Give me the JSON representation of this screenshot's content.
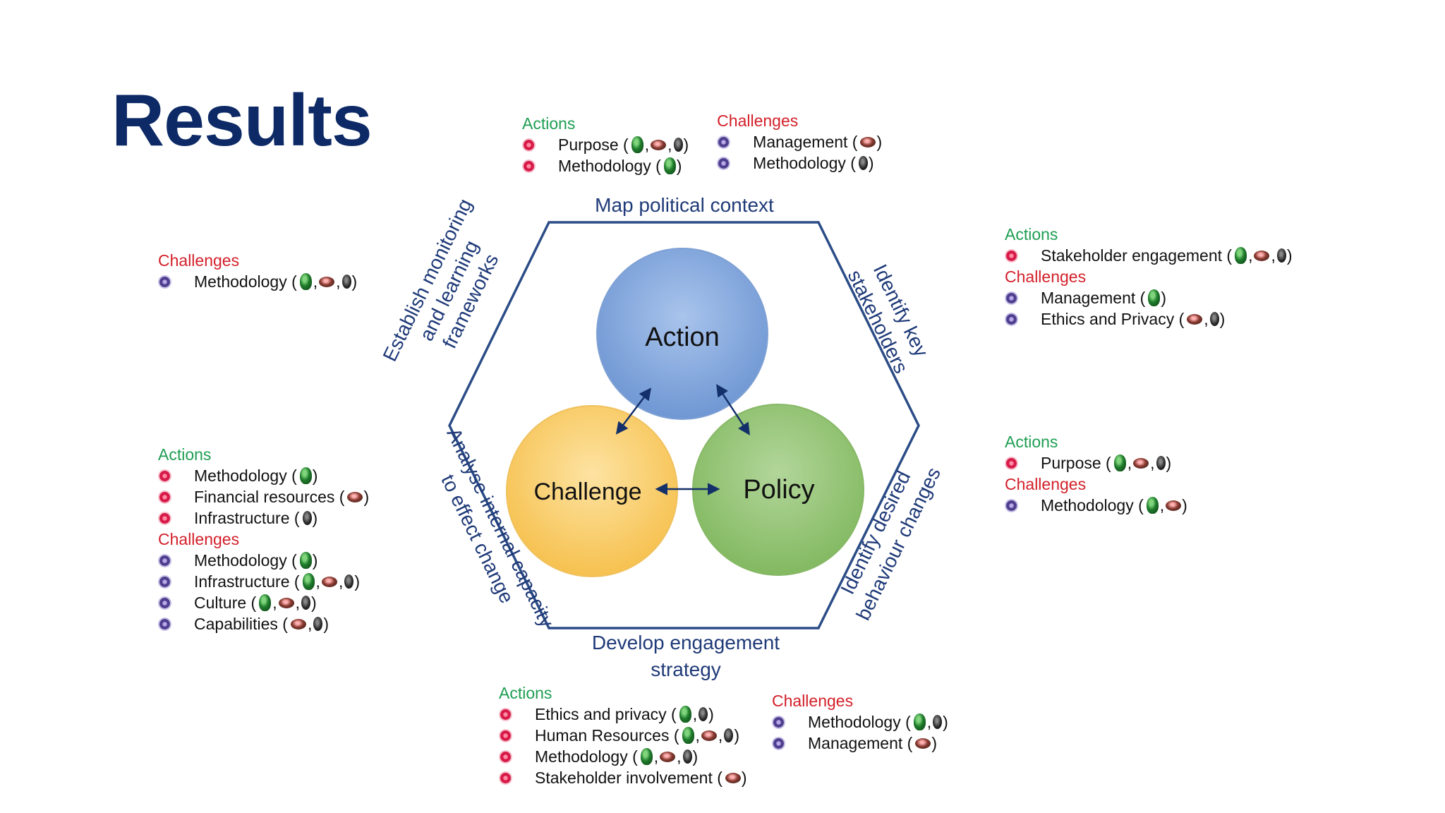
{
  "title": "Results",
  "diagram": {
    "sides": {
      "top": "Map political context",
      "top_right": [
        "Identify key",
        "stakeholders"
      ],
      "bottom_right": [
        "Identify desired",
        "behaviour changes"
      ],
      "bottom": [
        "Develop engagement",
        "strategy"
      ],
      "bottom_left": [
        "Analyse internal capacity",
        "to effect change"
      ],
      "top_left": [
        "Establish monitoring",
        "and learning",
        "frameworks"
      ]
    },
    "circles": {
      "action": "Action",
      "challenge": "Challenge",
      "policy": "Policy"
    },
    "colors": {
      "hexagon": "#2b4c86",
      "action": "#7fa6dc",
      "challenge": "#f8c85c",
      "policy": "#8fc16d",
      "arrow": "#14306a"
    }
  },
  "blocks": {
    "top": {
      "actions_label": "Actions",
      "actions": [
        {
          "label": "Purpose (",
          "bugs": [
            "green",
            "red",
            "black"
          ],
          "close": ")"
        },
        {
          "label": "Methodology (",
          "bugs": [
            "green"
          ],
          "close": ")"
        }
      ],
      "challenges_label": "Challenges",
      "challenges": [
        {
          "label": "Management (",
          "bugs": [
            "red"
          ],
          "close": ")"
        },
        {
          "label": "Methodology (",
          "bugs": [
            "black"
          ],
          "close": ")"
        }
      ]
    },
    "top_left": {
      "challenges_label": "Challenges",
      "challenges": [
        {
          "label": "Methodology (",
          "bugs": [
            "green",
            "red",
            "black"
          ],
          "close": ")"
        }
      ]
    },
    "top_right": {
      "actions_label": "Actions",
      "actions": [
        {
          "label": "Stakeholder engagement (",
          "bugs": [
            "green",
            "red",
            "black"
          ],
          "close": ")"
        }
      ],
      "challenges_label": "Challenges",
      "challenges": [
        {
          "label": "Management (",
          "bugs": [
            "green"
          ],
          "close": ")"
        },
        {
          "label": "Ethics and Privacy (",
          "bugs": [
            "red",
            "black"
          ],
          "close": ")"
        }
      ]
    },
    "bottom_left": {
      "actions_label": "Actions",
      "actions": [
        {
          "label": "Methodology (",
          "bugs": [
            "green"
          ],
          "close": ")"
        },
        {
          "label": "Financial resources (",
          "bugs": [
            "red"
          ],
          "close": ")"
        },
        {
          "label": "Infrastructure (",
          "bugs": [
            "black"
          ],
          "close": ")"
        }
      ],
      "challenges_label": "Challenges",
      "challenges": [
        {
          "label": "Methodology (",
          "bugs": [
            "green"
          ],
          "close": ")"
        },
        {
          "label": "Infrastructure (",
          "bugs": [
            "green",
            "red",
            "black"
          ],
          "close": ")"
        },
        {
          "label": "Culture (",
          "bugs": [
            "green",
            "red",
            "black"
          ],
          "close": ")"
        },
        {
          "label": "Capabilities (",
          "bugs": [
            "red",
            "black"
          ],
          "close": ")"
        }
      ]
    },
    "mid_right": {
      "actions_label": "Actions",
      "actions": [
        {
          "label": "Purpose (",
          "bugs": [
            "green",
            "red",
            "black"
          ],
          "close": ")"
        }
      ],
      "challenges_label": "Challenges",
      "challenges": [
        {
          "label": "Methodology (",
          "bugs": [
            "green",
            "red"
          ],
          "close": ")"
        }
      ]
    },
    "bottom_center": {
      "actions_label": "Actions",
      "actions": [
        {
          "label": "Ethics and privacy (",
          "bugs": [
            "green",
            "black"
          ],
          "close": ")"
        },
        {
          "label": "Human Resources (",
          "bugs": [
            "green",
            "red",
            "black"
          ],
          "close": ")"
        },
        {
          "label": "Methodology (",
          "bugs": [
            "green",
            "red",
            "black"
          ],
          "close": ")"
        },
        {
          "label": "Stakeholder involvement (",
          "bugs": [
            "red"
          ],
          "close": ")"
        }
      ]
    },
    "bottom_right": {
      "challenges_label": "Challenges",
      "challenges": [
        {
          "label": "Methodology (",
          "bugs": [
            "green",
            "black"
          ],
          "close": ")"
        },
        {
          "label": "Management (",
          "bugs": [
            "red"
          ],
          "close": ")"
        }
      ]
    }
  }
}
